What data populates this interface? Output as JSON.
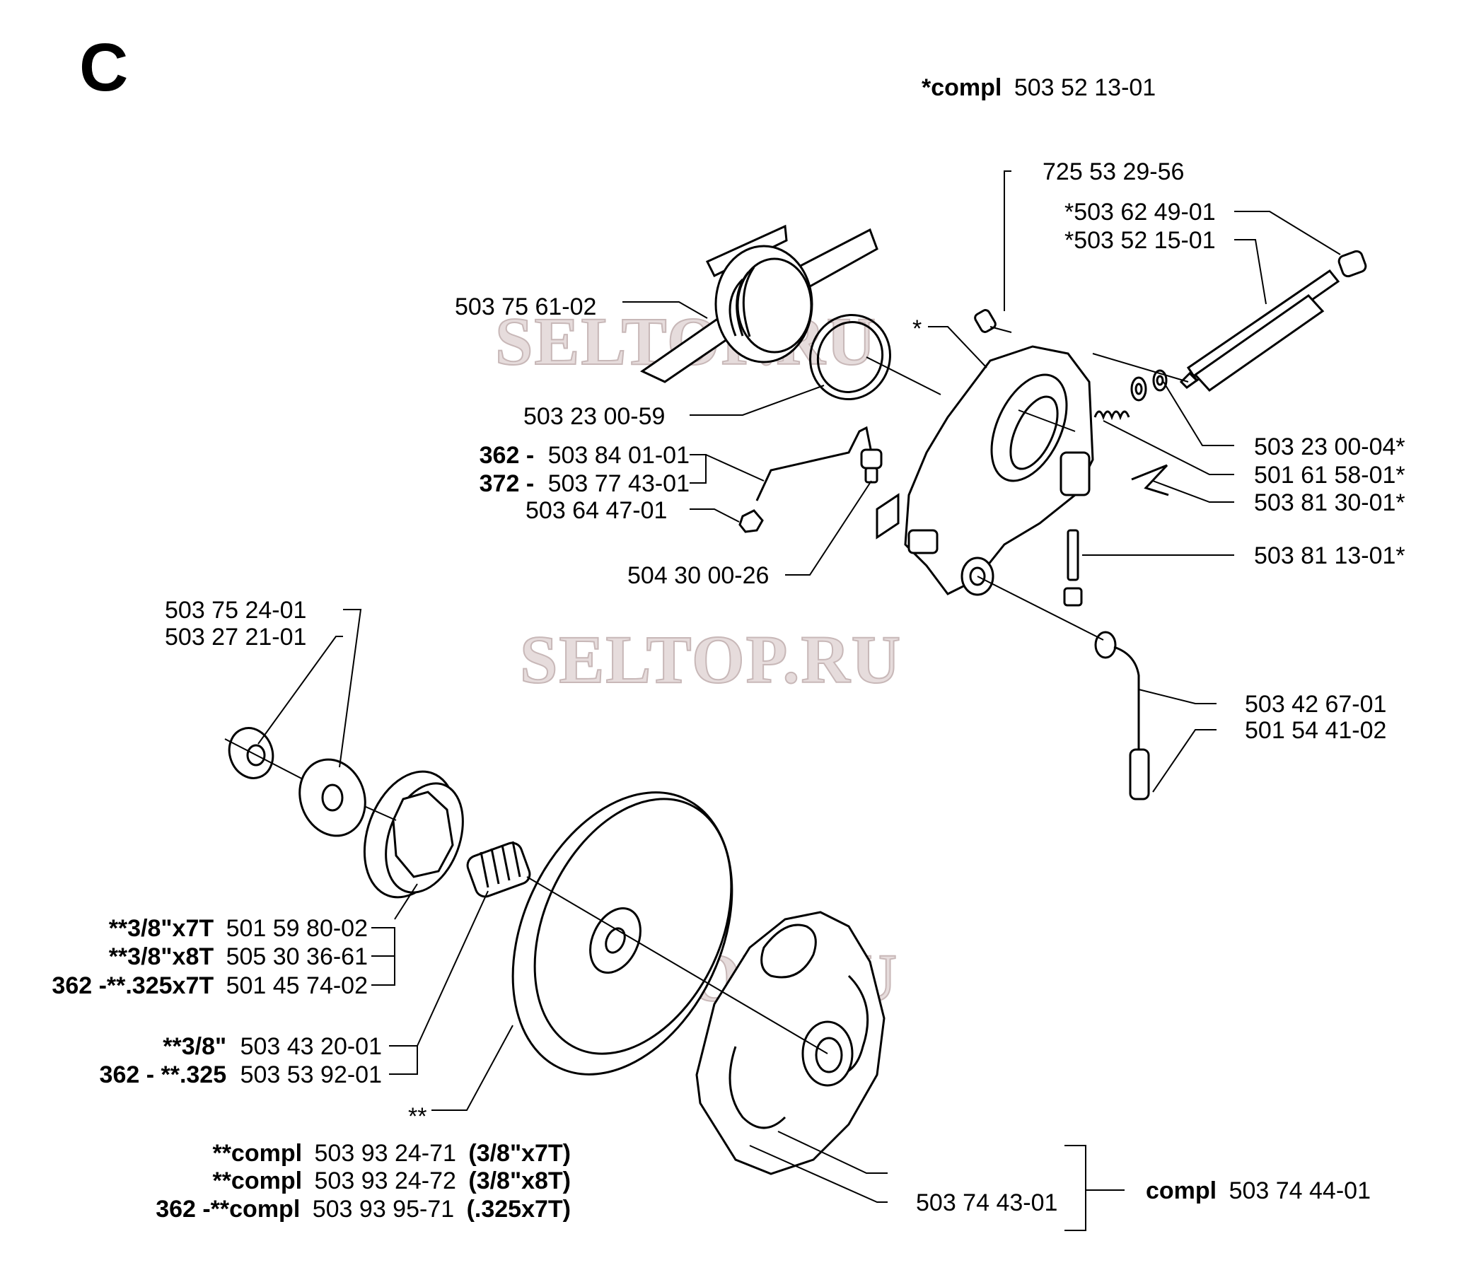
{
  "section": "C",
  "watermark": "SELTOP.RU",
  "labels": {
    "compl_top_prefix": "*compl",
    "compl_top_num": "503 52 13-01",
    "p725": "725 53 29-56",
    "p6249": "*503 62 49-01",
    "p5215": "*503 52 15-01",
    "p7561": "503 75 61-02",
    "star": "*",
    "p2300_59": "503 23 00-59",
    "p8401_prefix": "362 -",
    "p8401": "503 84 01-01",
    "p7743_prefix": "372 -",
    "p7743": "503 77 43-01",
    "p6447": "503 64 47-01",
    "p3000_26": "504 30 00-26",
    "p2300_04": "503 23 00-04*",
    "p6158": "501 61 58-01*",
    "p8130": "503 81 30-01*",
    "p8113": "503 81 13-01*",
    "p4267": "503 42 67-01",
    "p5441": "501 54 41-02",
    "p7524": "503 75 24-01",
    "p2721": "503 27 21-01",
    "s1_prefix": "**3/8\"x7T",
    "s1_num": "501 59 80-02",
    "s2_prefix": "**3/8\"x8T",
    "s2_num": "505 30 36-61",
    "s3_prefix": "362 -**.325x7T",
    "s3_num": "501 45 74-02",
    "b1_prefix": "**3/8\"",
    "b1_num": "503 43 20-01",
    "b2_prefix": "362 - **.325",
    "b2_num": "503 53 92-01",
    "dstar": "**",
    "c1_prefix": "**compl",
    "c1_num": "503 93 24-71",
    "c1_suffix": "(3/8\"x7T)",
    "c2_prefix": "**compl",
    "c2_num": "503 93 24-72",
    "c2_suffix": "(3/8\"x8T)",
    "c3_prefix": "362 -**compl",
    "c3_num": "503 93 95-71",
    "c3_suffix": "(.325x7T)",
    "p7443": "503 74 43-01",
    "compl_r_prefix": "compl",
    "compl_r_num": "503 74 44-01"
  }
}
